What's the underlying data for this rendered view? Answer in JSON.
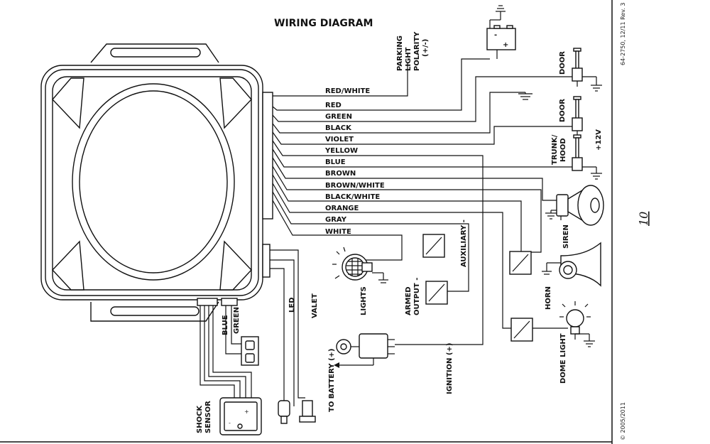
{
  "title": "WIRING DIAGRAM",
  "page_number": "10",
  "side_rev": "64-2750, 12/11 Rev. 3",
  "copyright": "© 2005/2011",
  "wires": [
    "RED/WHITE",
    "RED",
    "GREEN",
    "BLACK",
    "VIOLET",
    "YELLOW",
    "BLUE",
    "BROWN",
    "BROWN/WHITE",
    "BLACK/WHITE",
    "ORANGE",
    "GRAY",
    "WHITE"
  ],
  "labels": {
    "parking_1": "PARKING",
    "parking_2": "LIGHT",
    "parking_3": "POLARITY",
    "parking_4": "(+/-)",
    "door1": "DOOR",
    "door2": "DOOR",
    "trunk_1": "TRUNK/",
    "trunk_2": "HOOD",
    "plus12": "+12V",
    "siren": "SIREN",
    "horn": "HORN",
    "dome": "DOME LIGHT",
    "auxiliary": "AUXILIARY -",
    "armed_1": "ARMED",
    "armed_2": "OUTPUT -",
    "lights": "LIGHTS",
    "ignition": "IGNITION (+)",
    "battery": "TO BATTERY (+)",
    "led": "LED",
    "valet": "VALET",
    "blue": "BLUE",
    "green": "GREEN",
    "shock_1": "SHOCK",
    "shock_2": "SENSOR"
  }
}
